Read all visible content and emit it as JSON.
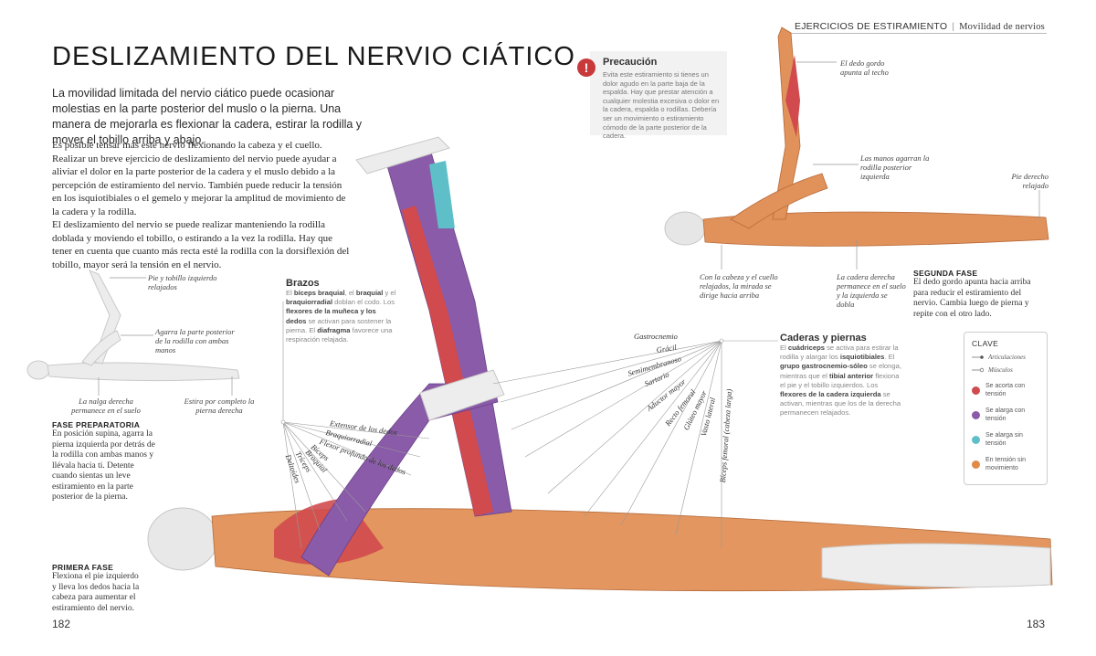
{
  "running_head": {
    "section": "Ejercicios de estiramiento",
    "subsection": "Movilidad de nervios"
  },
  "title": "DESLIZAMIENTO DEL NERVIO CIÁTICO",
  "lead": "La movilidad limitada del nervio ciático puede ocasionar molestias en la parte posterior del muslo o la pierna. Una manera de mejorarla es flexionar la cadera, estirar la rodilla y mover el tobillo arriba y abajo.",
  "body": [
    "Es posible tensar más este nervio flexionando la cabeza y el cuello. Realizar un breve ejercicio de deslizamiento del nervio puede ayudar a aliviar el dolor en la parte posterior de la cadera y el muslo debido a la percepción de estiramiento del nervio. También puede reducir la tensión en los isquiotibiales o el gemelo y mejorar la amplitud de movimiento de la cadera y la rodilla.",
    "El deslizamiento del nervio se puede realizar manteniendo la rodilla doblada y moviendo el tobillo, o estirando a la vez la rodilla. Hay que tener en cuenta que cuanto más recta esté la rodilla con la dorsiflexión del tobillo, mayor será la tensión en el nervio."
  ],
  "prep": {
    "annotations": {
      "foot": "Pie y tobillo izquierdo relajados",
      "grab": "Agarra la parte posterior de la rodilla con ambas manos",
      "buttock": "La nalga derecha permanece en el suelo",
      "stretch": "Estira por completo la pierna derecha"
    },
    "heading": "Fase preparatoria",
    "text": "En posición supina, agarra la pierna izquierda por detrás de la rodilla con ambas manos y llévala hacia ti. Detente cuando sientas un leve estiramiento en la parte posterior de la pierna."
  },
  "phase1": {
    "heading": "Primera fase",
    "text": "Flexiona el pie izquierdo y lleva los dedos hacia la cabeza para aumentar el estiramiento del nervio."
  },
  "phase2": {
    "annotations": {
      "toe": "El dedo gordo apunta al techo",
      "hands": "Las manos agarran la rodilla posterior izquierda",
      "foot": "Pie derecho relajado",
      "head": "Con la cabeza y el cuello relajados, la mirada se dirige hacia arriba",
      "hip": "La cadera derecha permanece en el suelo y la izquierda se dobla"
    },
    "heading": "Segunda fase",
    "text": "El dedo gordo apunta hacia arriba para reducir el estiramiento del nervio. Cambia luego de pierna y repite con el otro lado."
  },
  "caution": {
    "icon": "exclamation-icon",
    "title": "Precaución",
    "text": "Evita este estiramiento si tienes un dolor agudo en la parte baja de la espalda. Hay que prestar atención a cualquier molestia excesiva o dolor en la cadera, espalda o rodillas. Debería ser un movimiento o estiramiento cómodo de la parte posterior de la cadera."
  },
  "brazos": {
    "title": "Brazos",
    "t1": "El ",
    "b1": "bíceps braquial",
    "t2": ", el ",
    "b2": "braquial",
    "t3": " y el ",
    "b3": "braquiorradial",
    "t4": " doblan el codo. Los ",
    "b4": "flexores de la muñeca y los dedos",
    "t5": " se activan para sostener la pierna. El ",
    "b5": "diafragma",
    "t6": " favorece una respiración relajada."
  },
  "caderas": {
    "title": "Caderas y piernas",
    "t1": "El ",
    "b1": "cuádriceps",
    "t2": " se activa para estirar la rodilla y alargar los ",
    "b2": "isquiotibiales",
    "t3": ". El ",
    "b3": "grupo gastrocnemio-sóleo",
    "t4": " se elonga, mientras que el ",
    "b4": "tibial anterior",
    "t5": " flexiona el pie y el tobillo izquierdos. Los ",
    "b5": "flexores de la cadera izquierda",
    "t6": " se activan, mientras que los de la derecha permanecen relajados."
  },
  "muscles_leg": [
    "Gastrocnemio",
    "Grácil",
    "Semimembranoso",
    "Sartorio",
    "Aductor mayor",
    "Recto femoral",
    "Glúteo mayor",
    "Vasto lateral",
    "Bíceps femoral (cabeza larga)"
  ],
  "muscles_arm": [
    "Extensor de los dedos",
    "Braquiorradial",
    "Flexor profundo de los dedos",
    "Bíceps",
    "Braquial",
    "Tríceps",
    "Deltoides"
  ],
  "legend": {
    "title": "CLAVE",
    "joints": "Articulaciones",
    "muscles": "Músculos",
    "items": [
      {
        "label": "Se acorta con tensión",
        "color": "#d04a4e"
      },
      {
        "label": "Se alarga con tensión",
        "color": "#8a5ba8"
      },
      {
        "label": "Se alarga sin tensión",
        "color": "#5fbfc8"
      },
      {
        "label": "En tensión sin movimiento",
        "color": "#df8a45"
      }
    ]
  },
  "page_left": "182",
  "page_right": "183"
}
